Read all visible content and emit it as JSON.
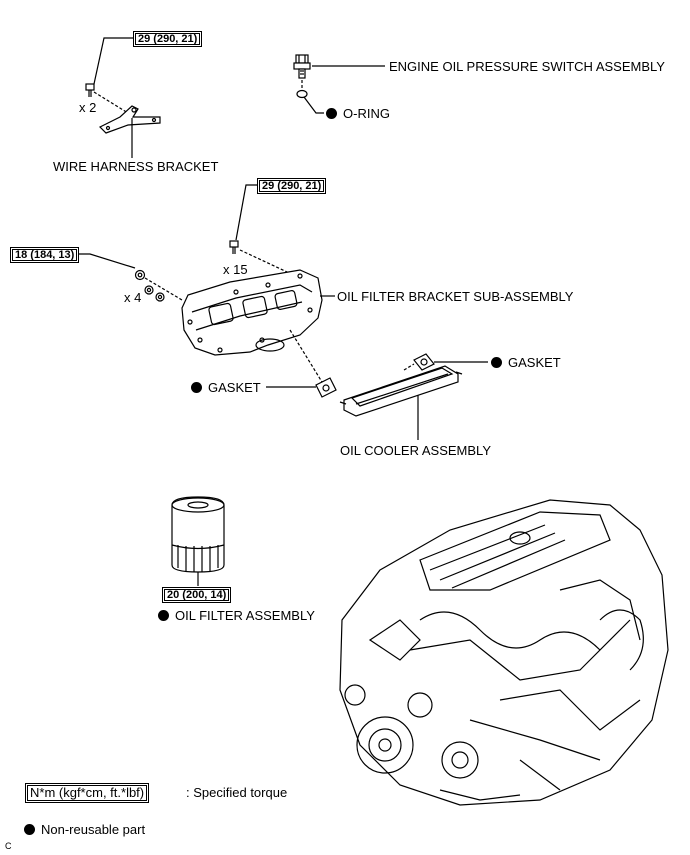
{
  "torques": {
    "bracket_bolt": "29 (290, 21)",
    "filter_bracket_bolt": "29 (290, 21)",
    "filter_bracket_nut": "18 (184, 13)",
    "oil_filter": "20 (200, 14)"
  },
  "quantities": {
    "bracket_bolt": "x 2",
    "filter_bracket_bolt": "x 15",
    "filter_bracket_nut": "x 4"
  },
  "parts": {
    "oil_pressure_switch": "ENGINE OIL PRESSURE SWITCH ASSEMBLY",
    "o_ring": "O-RING",
    "wire_harness_bracket": "WIRE HARNESS BRACKET",
    "oil_filter_bracket": "OIL FILTER BRACKET SUB-ASSEMBLY",
    "gasket_right": "GASKET",
    "gasket_left": "GASKET",
    "oil_cooler": "OIL COOLER ASSEMBLY",
    "oil_filter": "OIL FILTER ASSEMBLY"
  },
  "legend": {
    "torque_unit": "N*m (kgf*cm, ft.*lbf)",
    "torque_desc": ": Specified torque",
    "non_reusable": "Non-reusable part"
  },
  "corner_mark": "C"
}
